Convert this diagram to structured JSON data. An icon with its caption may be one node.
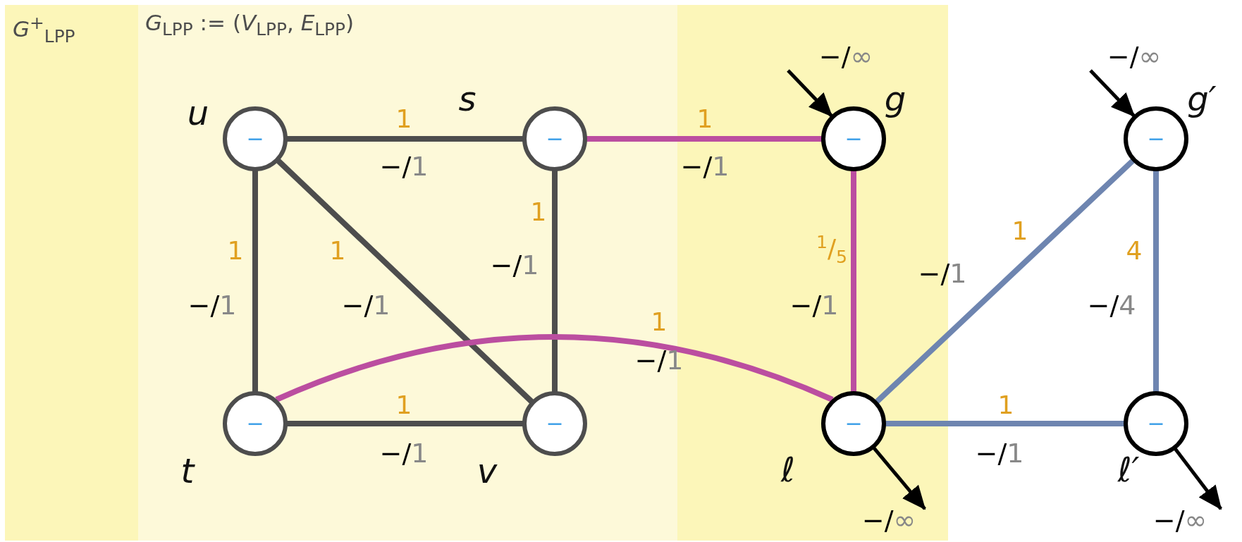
{
  "diagram": {
    "nodes": [
      {
        "text": [
          "*G*$^{+}$$_{LPP}$"
        ]
      },
      {
        "text": [
          "*G*$_{LPP}$ := (*V*$_{LPP}$, *E*$_{LPP}$)"
        ],
        "in": 0
      },
      {
        "text": [
          "−"
        ],
        "beside": [
          "u"
        ],
        "in": 1
      },
      {
        "text": [
          "−"
        ],
        "beside": [
          "s"
        ],
        "in": 1
      },
      {
        "text": [
          "−"
        ],
        "beside": [
          "t"
        ],
        "in": 1
      },
      {
        "text": [
          "−"
        ],
        "beside": [
          "v"
        ],
        "in": 1
      },
      {
        "text": [
          "−"
        ],
        "beside": [
          "g"
        ],
        "in": 0
      },
      {
        "text": [
          "−"
        ],
        "beside": [
          "ℓ"
        ],
        "in": 0
      },
      {
        "text": [
          "−"
        ],
        "beside": [
          "g′"
        ]
      },
      {
        "text": [
          "−"
        ],
        "beside": [
          "ℓ′"
        ]
      }
    ],
    "edges": [
      {
        "from": 2,
        "to": 3,
        "arrow": "none",
        "label": "1"
      },
      {
        "from": 2,
        "to": 4,
        "arrow": "none",
        "label": "1"
      },
      {
        "from": 2,
        "to": 5,
        "arrow": "none",
        "label": "1"
      },
      {
        "from": 3,
        "to": 5,
        "arrow": "none",
        "label": "1"
      },
      {
        "from": 4,
        "to": 5,
        "arrow": "none",
        "label": "1"
      },
      {
        "from": 3,
        "to": 6,
        "arrow": "none",
        "label": "1",
        "color": "#bb4ea0"
      },
      {
        "from": 4,
        "to": 7,
        "arrow": "none",
        "label": "1",
        "color": "#bb4ea0"
      },
      {
        "from": 6,
        "to": 7,
        "arrow": "none",
        "label": "$^{1}$/$_{5}$",
        "color": "#bb4ea0"
      },
      {
        "from": 7,
        "to": 8,
        "arrow": "none",
        "label": "1",
        "color": "#6e85b0"
      },
      {
        "from": 7,
        "to": 9,
        "arrow": "none",
        "label": "1",
        "color": "#6e85b0"
      },
      {
        "from": 8,
        "to": 9,
        "arrow": "none",
        "label": "4",
        "color": "#6e85b0"
      },
      {
        "from": null,
        "to": 6,
        "arrow": "to",
        "label": "−/∞",
        "color": "#000000"
      },
      {
        "from": null,
        "to": 8,
        "arrow": "to",
        "label": "−/∞",
        "color": "#000000"
      },
      {
        "from": 7,
        "to": null,
        "arrow": "to",
        "label": "−/∞",
        "color": "#000000"
      },
      {
        "from": 9,
        "to": null,
        "arrow": "to",
        "label": "−/∞",
        "color": "#000000"
      }
    ],
    "labels": [
      "−/1",
      "−/1",
      "−/1",
      "−/1",
      "−/1",
      "−/1",
      "−/1",
      "−/4",
      "−/1",
      "−/1",
      "−/1"
    ]
  }
}
